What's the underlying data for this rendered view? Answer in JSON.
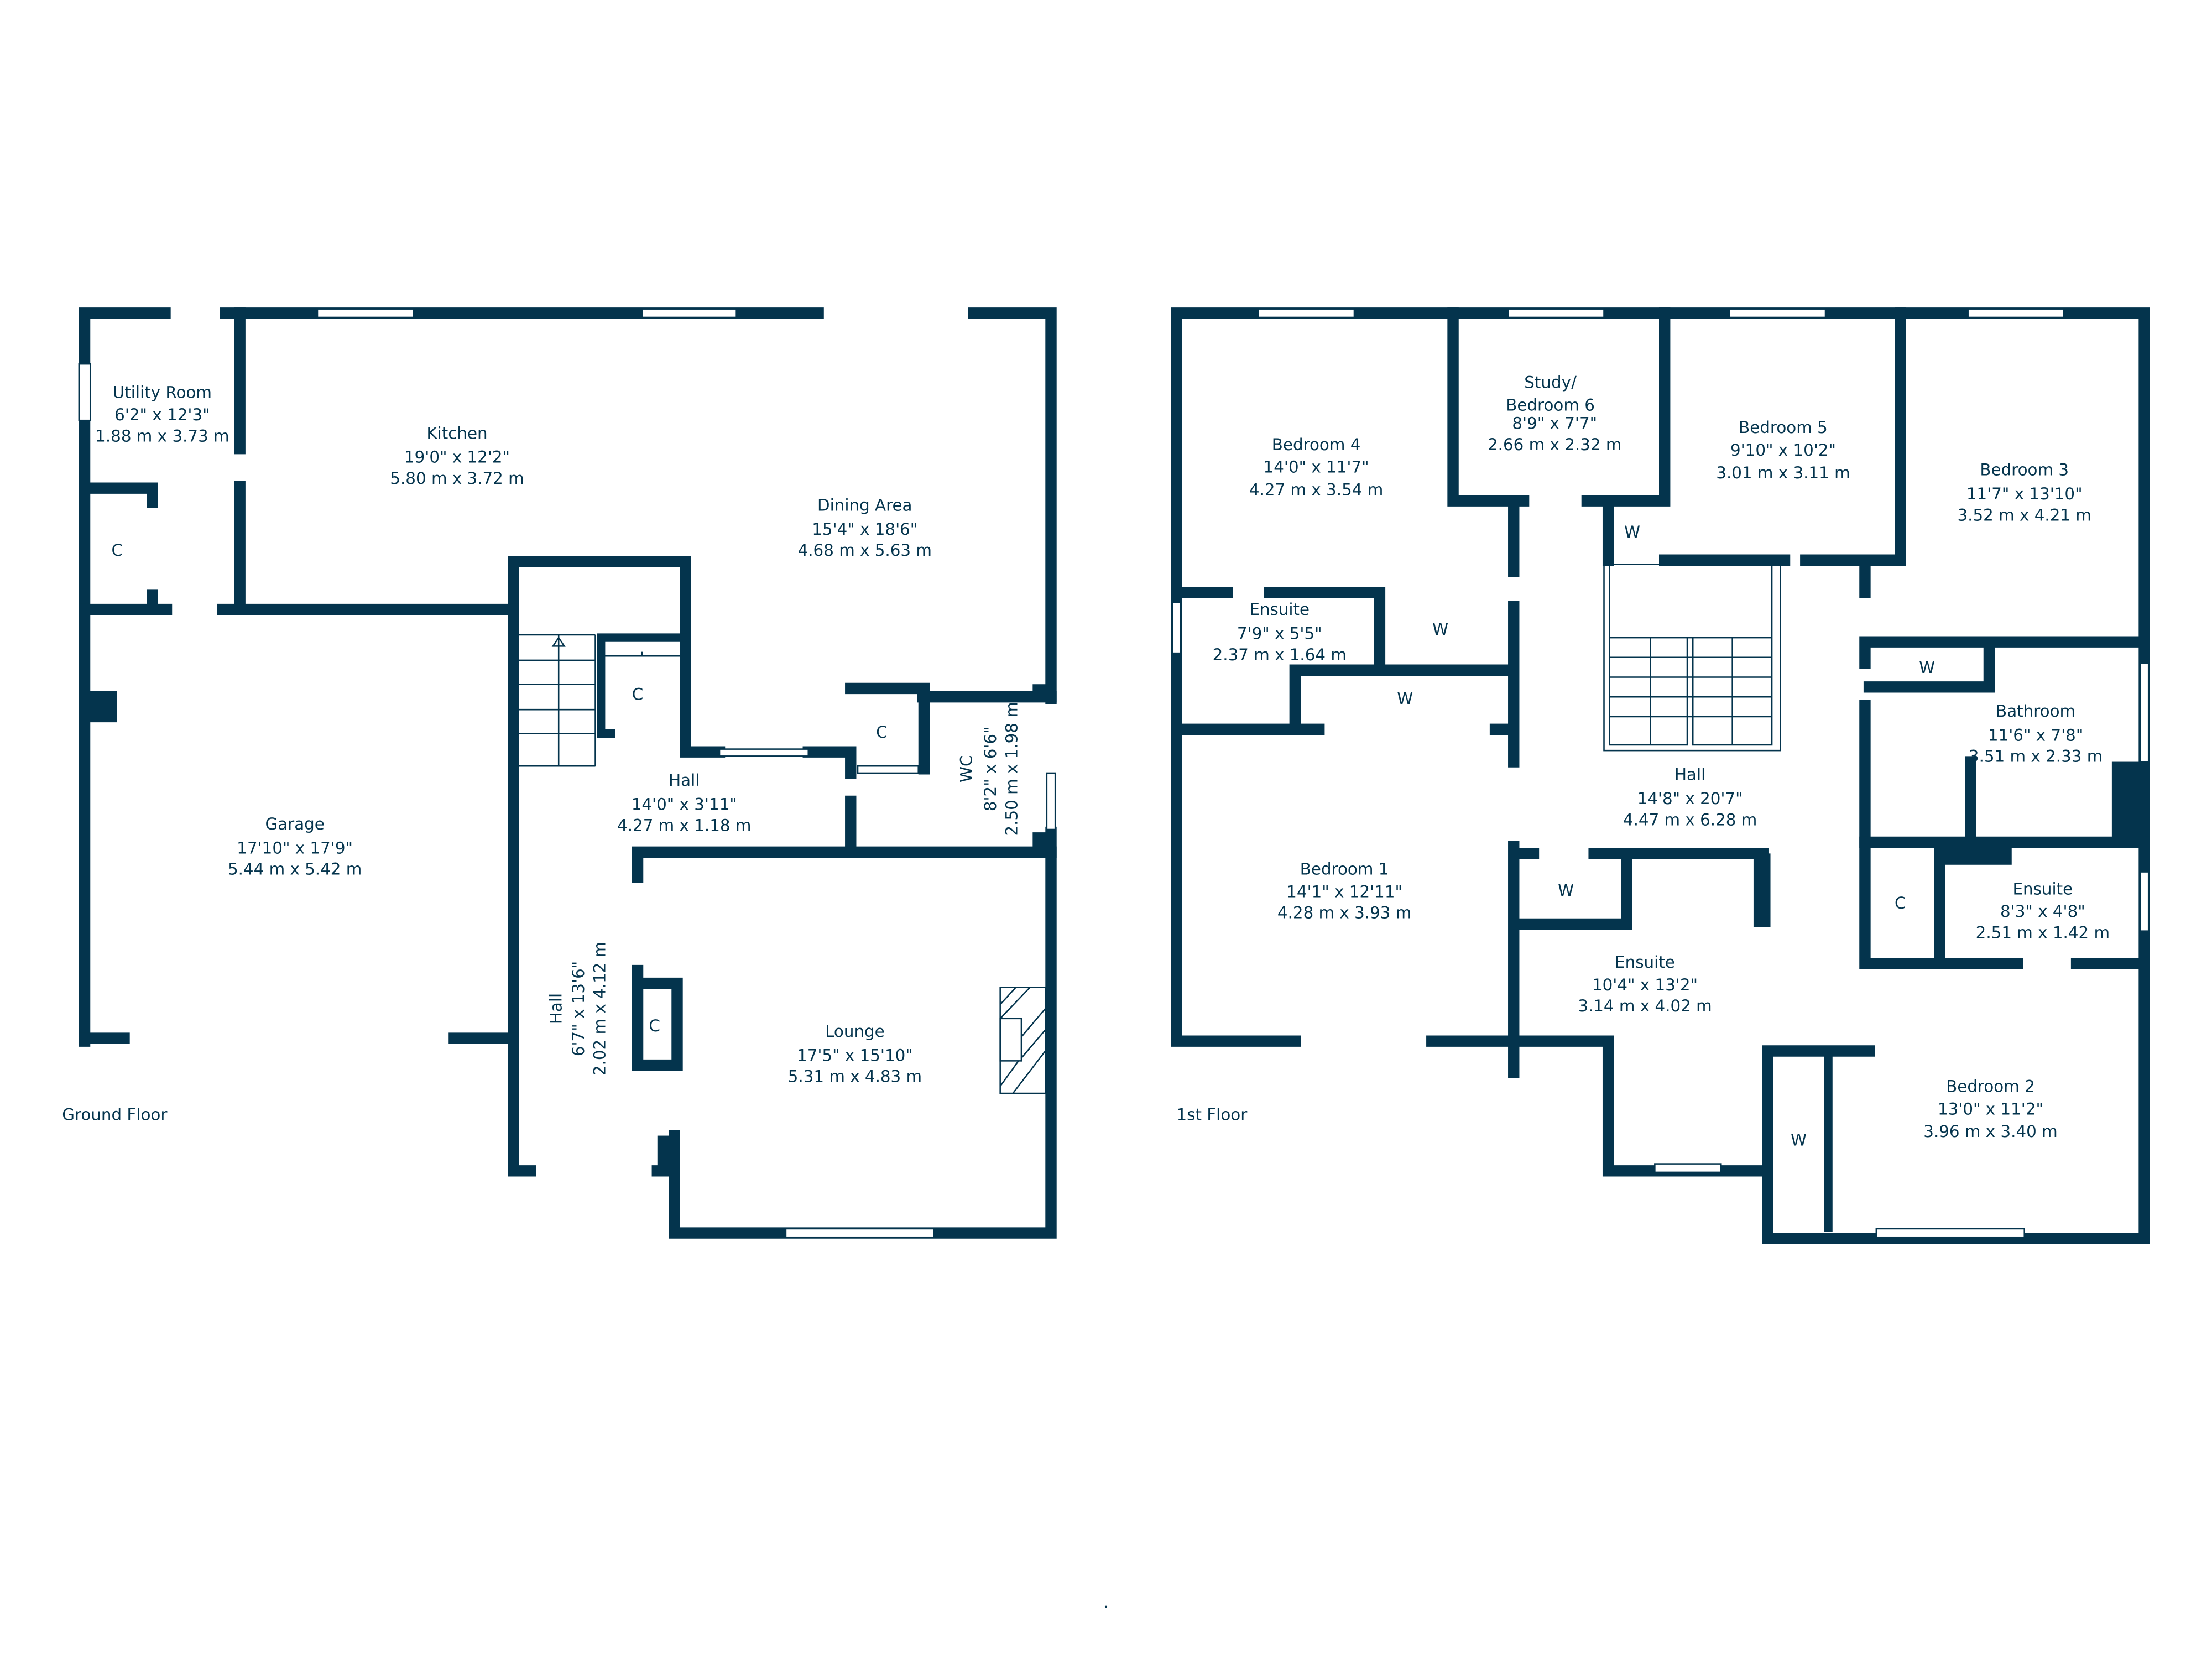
{
  "colors": {
    "wall": "#04344d",
    "background": "#ffffff"
  },
  "ground_floor": {
    "label": "Ground Floor",
    "rooms": [
      {
        "name": "Utility Room",
        "imperial": "6'2\" x 12'3\"",
        "metric": "1.88 m x 3.73 m"
      },
      {
        "name": "Kitchen",
        "imperial": "19'0\" x 12'2\"",
        "metric": "5.80 m x 3.72 m"
      },
      {
        "name": "Dining Area",
        "imperial": "15'4\" x 18'6\"",
        "metric": "4.68 m x 5.63 m"
      },
      {
        "name": "Hall",
        "imperial": "14'0\" x 3'11\"",
        "metric": "4.27 m x 1.18 m"
      },
      {
        "name": "WC",
        "imperial": "8'2\" x 6'6\"",
        "metric": "2.50 m x 1.98 m"
      },
      {
        "name": "Garage",
        "imperial": "17'10\" x 17'9\"",
        "metric": "5.44 m x 5.42 m"
      },
      {
        "name": "Hall",
        "imperial": "6'7\" x 13'6\"",
        "metric": "2.02 m x 4.12 m"
      },
      {
        "name": "Lounge",
        "imperial": "17'5\" x 15'10\"",
        "metric": "5.31 m x 4.83 m"
      }
    ],
    "cupboard_label": "C"
  },
  "first_floor": {
    "label": "1st Floor",
    "rooms": [
      {
        "name": "Bedroom 4",
        "imperial": "14'0\" x 11'7\"",
        "metric": "4.27 m x 3.54 m"
      },
      {
        "name": "Study/",
        "name2": "Bedroom 6",
        "imperial": "8'9\" x 7'7\"",
        "metric": "2.66 m x 2.32 m"
      },
      {
        "name": "Bedroom 5",
        "imperial": "9'10\" x 10'2\"",
        "metric": "3.01 m x 3.11 m"
      },
      {
        "name": "Bedroom 3",
        "imperial": "11'7\" x 13'10\"",
        "metric": "3.52 m x 4.21 m"
      },
      {
        "name": "Ensuite",
        "imperial": "7'9\" x 5'5\"",
        "metric": "2.37 m x 1.64 m"
      },
      {
        "name": "Bathroom",
        "imperial": "11'6\" x 7'8\"",
        "metric": "3.51 m x 2.33 m"
      },
      {
        "name": "Hall",
        "imperial": "14'8\" x 20'7\"",
        "metric": "4.47 m x 6.28 m"
      },
      {
        "name": "Bedroom 1",
        "imperial": "14'1\" x 12'11\"",
        "metric": "4.28 m x 3.93 m"
      },
      {
        "name": "Ensuite",
        "imperial": "8'3\" x 4'8\"",
        "metric": "2.51 m x 1.42 m"
      },
      {
        "name": "Ensuite",
        "imperial": "10'4\" x 13'2\"",
        "metric": "3.14 m x 4.02 m"
      },
      {
        "name": "Bedroom 2",
        "imperial": "13'0\" x 11'2\"",
        "metric": "3.96 m x 3.40 m"
      }
    ],
    "wardrobe_label": "W",
    "cupboard_label": "C"
  }
}
